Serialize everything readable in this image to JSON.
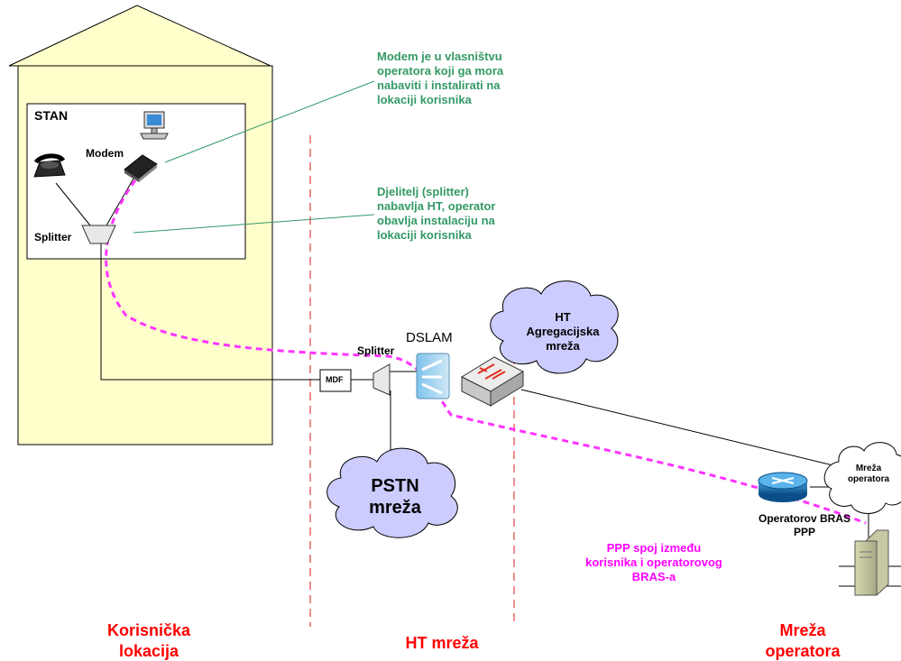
{
  "building": {
    "room_label": "STAN"
  },
  "devices": {
    "modem": "Modem",
    "splitter_user": "Splitter",
    "splitter_ht": "Splitter",
    "mdf": "MDF",
    "dslam": "DSLAM",
    "bras": [
      "Operatorov BRAS",
      "PPP"
    ]
  },
  "clouds": {
    "ht_aggregation": [
      "HT",
      "Agregacijska",
      "mreža"
    ],
    "pstn": [
      "PSTN",
      "mreža"
    ],
    "operator_network": [
      "Mreža",
      "operatora"
    ]
  },
  "notes": {
    "modem": [
      "Modem je u vlasništvu",
      "operatora koji ga mora",
      "nabaviti i instalirati na",
      "lokaciji korisnika"
    ],
    "splitter": [
      "Djelitelj (splitter)",
      "nabavlja HT, operator",
      "obavlja instalaciju na",
      "lokaciji korisnika"
    ],
    "ppp": [
      "PPP spoj između",
      "korisnika i operatorovog",
      "BRAS-a"
    ]
  },
  "zones": {
    "user": [
      "Korisnička",
      "lokacija"
    ],
    "ht": "HT mreža",
    "operator": [
      "Mreža",
      "operatora"
    ]
  },
  "colors": {
    "building_fill": "#ffffcc",
    "note_text": "#339966",
    "zone_text": "#ff0000",
    "ppp_path": "#ff33ff",
    "zone_divider": "#e05050",
    "cloud_fill": "#ccccff"
  },
  "icons": [
    "telephone-icon",
    "computer-icon",
    "modem-icon",
    "splitter-icon",
    "dslam-icon",
    "switch-icon",
    "router-icon",
    "server-icon",
    "cloud-icon"
  ]
}
